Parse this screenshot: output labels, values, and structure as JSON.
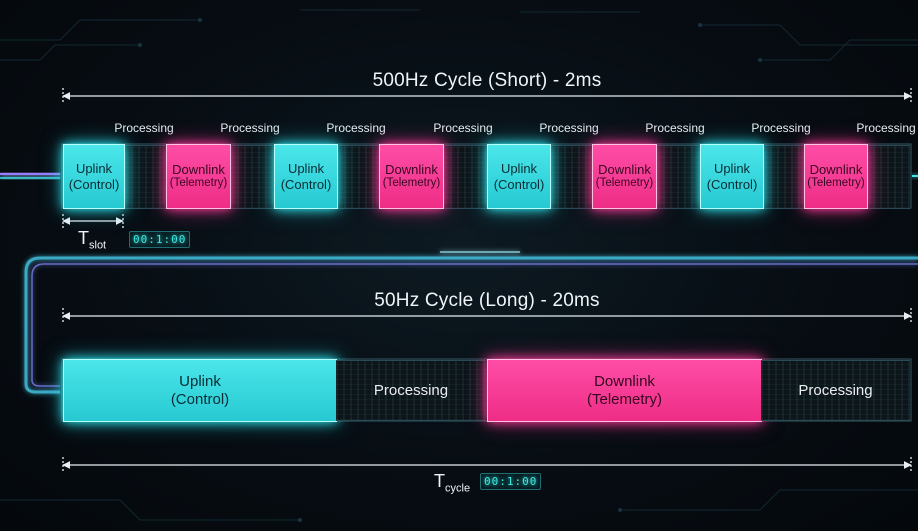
{
  "short_cycle": {
    "title": "500Hz Cycle (Short) - 2ms",
    "processing_label": "Processing",
    "uplink_line1": "Uplink",
    "uplink_line2": "(Control)",
    "downlink_line1": "Downlink",
    "downlink_line2": "(Telemetry)",
    "slot_symbol": "T",
    "slot_subscript": "slot",
    "slot_readout": "00:1:00"
  },
  "long_cycle": {
    "title": "50Hz Cycle (Long) - 20ms",
    "uplink_line1": "Uplink",
    "uplink_line2": "(Control)",
    "processing_label": "Processing",
    "downlink_line1": "Downlink",
    "downlink_line2": "(Telemetry)",
    "cycle_symbol": "T",
    "cycle_subscript": "cycle",
    "cycle_readout": "00:1:00"
  },
  "colors": {
    "uplink": "#31d6de",
    "downlink": "#f53592",
    "background": "#070d13",
    "processing": "#0c1519"
  }
}
